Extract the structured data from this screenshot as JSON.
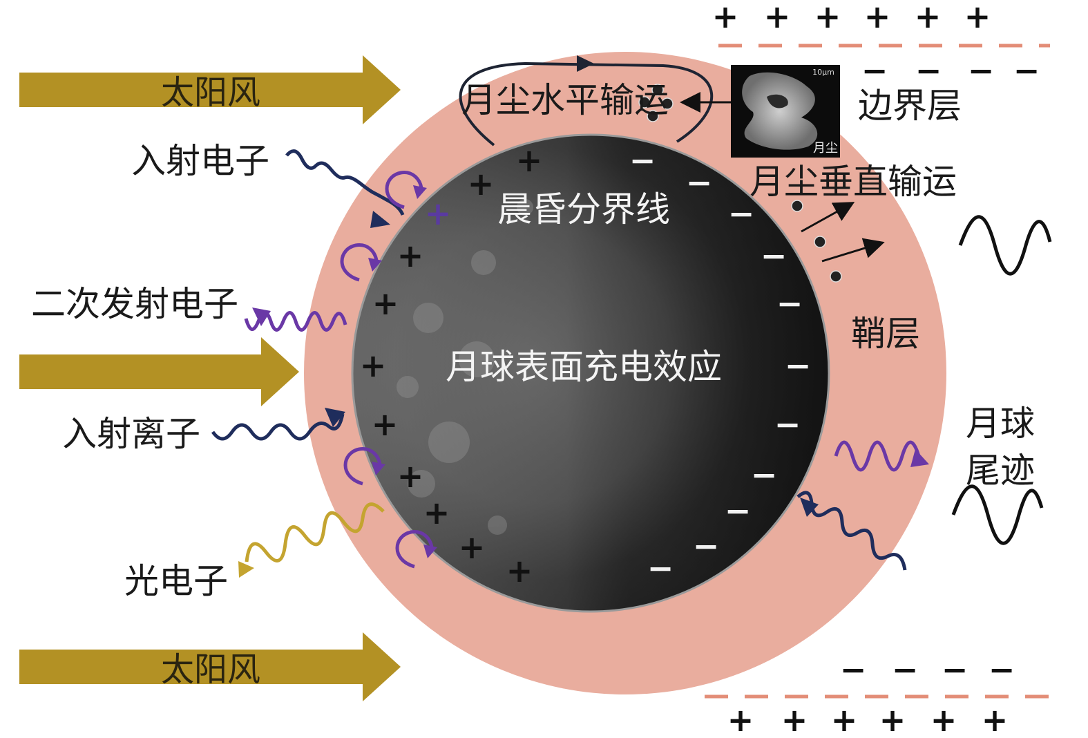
{
  "labels": {
    "solar_wind": "太阳风",
    "incident_electron": "入射电子",
    "secondary_electron": "二次发射电子",
    "incident_ion": "入射离子",
    "photoelectron": "光电子",
    "horizontal_transport": "月尘水平输运",
    "terminator": "晨昏分界线",
    "surface_charging": "月球表面充电效应",
    "boundary_layer": "边界层",
    "vertical_transport": "月尘垂直输运",
    "sheath": "鞘层",
    "lunar_wake": "月球尾迹",
    "dust_image_caption": "月尘",
    "dust_scale": "10μm"
  },
  "symbols": {
    "plus": "+",
    "minus": "−"
  },
  "colors": {
    "solar_wind_arrow": "#b39124",
    "sheath": "#e9ad9e",
    "incident_electron_wave": "#1f2d5c",
    "secondary_electron_wave": "#6a38a6",
    "photoelectron_wave": "#c4a430",
    "boundary_dash": "#e38d77"
  }
}
